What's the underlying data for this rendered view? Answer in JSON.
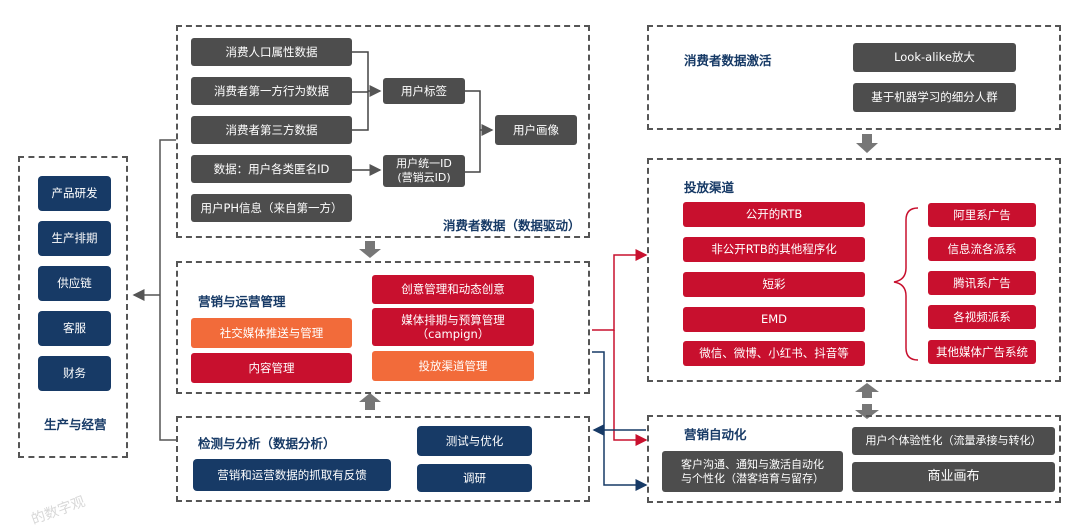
{
  "left_panel": {
    "items": [
      "产品研发",
      "生产排期",
      "供应链",
      "客服",
      "财务"
    ],
    "title": "生产与经营"
  },
  "consumer_data": {
    "sources": [
      "消费人口属性数据",
      "消费者第一方行为数据",
      "消费者第三方数据",
      "数据：用户各类匿名ID",
      "用户PH信息（来自第一方）"
    ],
    "user_tag": "用户标签",
    "unified_id": "用户统一ID\n(营销云ID)",
    "user_portrait": "用户画像",
    "title": "消费者数据（数据驱动）"
  },
  "marketing_ops": {
    "title": "营销与运营管理",
    "social": "社交媒体推送与管理",
    "content": "内容管理",
    "creative": "创意管理和动态创意",
    "media_plan": "媒体排期与预算管理\n（campign）",
    "channel_mgmt": "投放渠道管理"
  },
  "analysis": {
    "title": "检测与分析（数据分析）",
    "feedback": "营销和运营数据的抓取有反馈",
    "test": "测试与优化",
    "research": "调研"
  },
  "activation": {
    "title": "消费者数据激活",
    "lookalike": "Look-alike放大",
    "ml_segment": "基于机器学习的细分人群"
  },
  "channels": {
    "title": "投放渠道",
    "left": [
      "公开的RTB",
      "非公开RTB的其他程序化",
      "短彩",
      "EMD",
      "微信、微博、小红书、抖音等"
    ],
    "right": [
      "阿里系广告",
      "信息流各派系",
      "腾讯系广告",
      "各视频派系",
      "其他媒体广告系统"
    ]
  },
  "automation": {
    "title": "营销自动化",
    "comms": "客户沟通、通知与激活自动化\n与个性化（潜客培育与留存）",
    "ux": "用户个体验性化（流量承接与转化）",
    "canvas": "商业画布"
  },
  "watermark": "的数字观"
}
